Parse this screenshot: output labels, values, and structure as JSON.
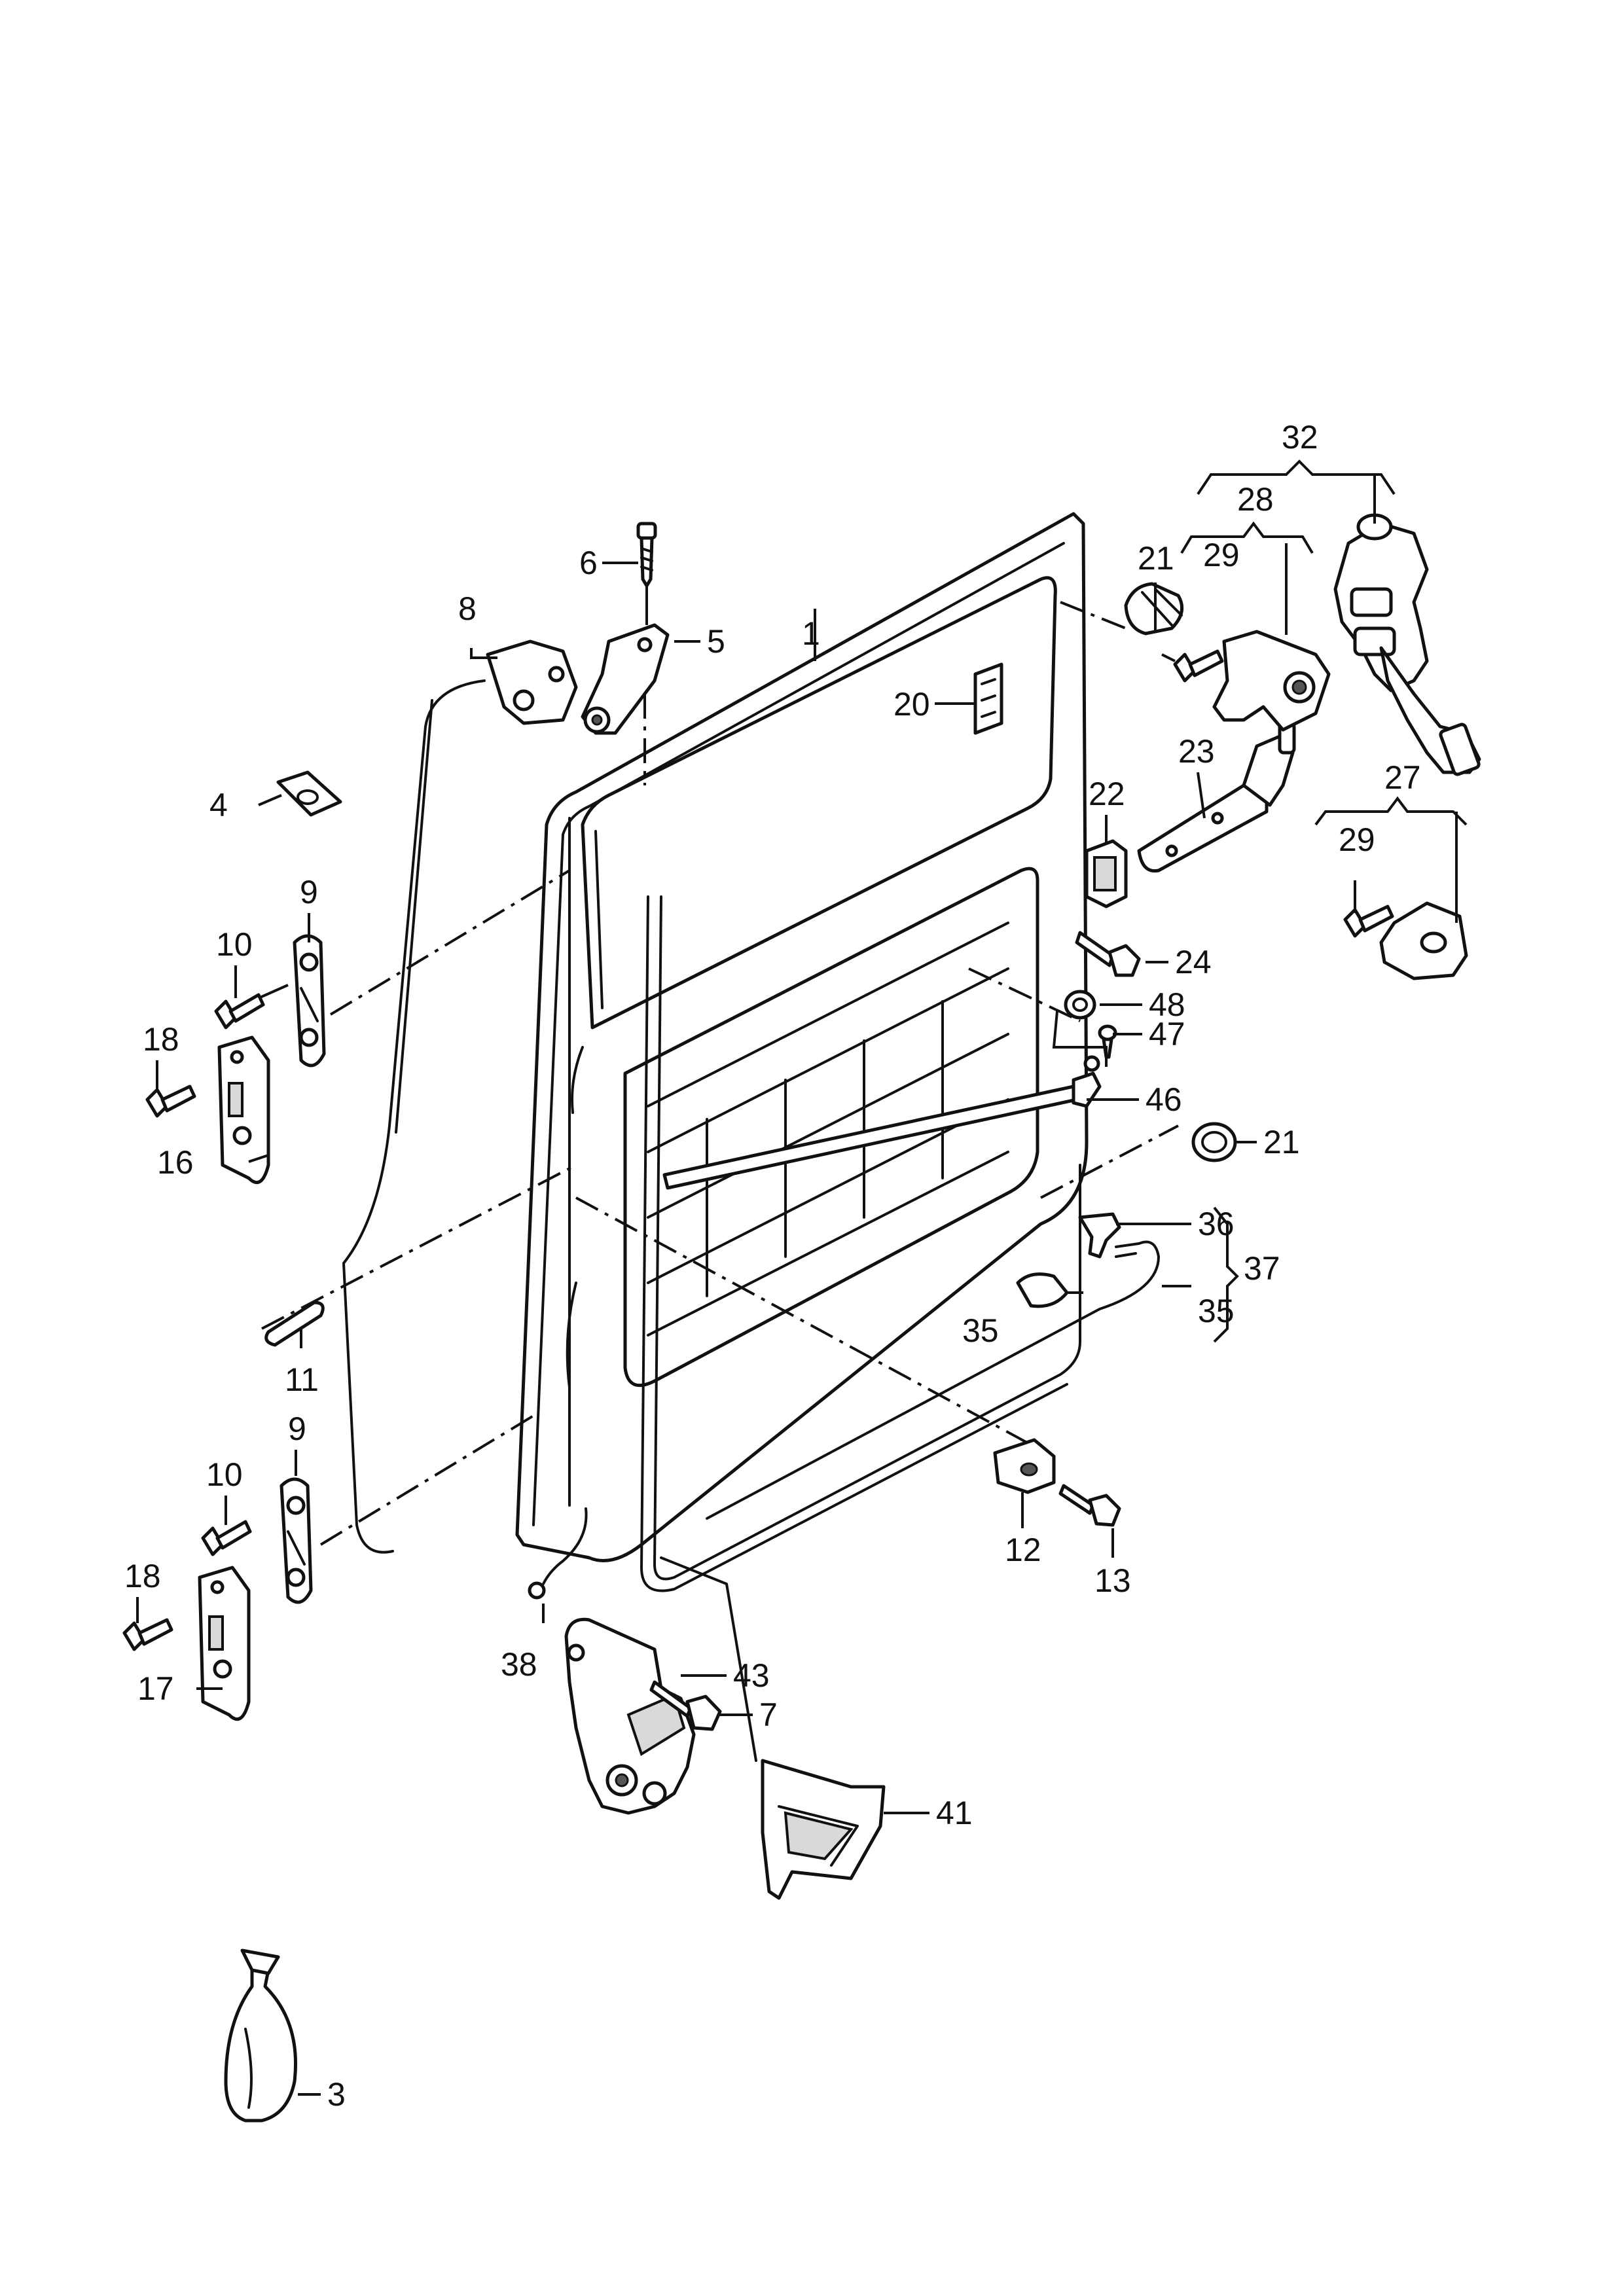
{
  "labels": {
    "p1": "1",
    "p3": "3",
    "p4": "4",
    "p5": "5",
    "p6": "6",
    "p7": "7",
    "p8": "8",
    "p9a": "9",
    "p9b": "9",
    "p10a": "10",
    "p10b": "10",
    "p11": "11",
    "p12": "12",
    "p13": "13",
    "p16": "16",
    "p17": "17",
    "p18a": "18",
    "p18b": "18",
    "p20": "20",
    "p21a": "21",
    "p21b": "21",
    "p22": "22",
    "p23": "23",
    "p24": "24",
    "p27": "27",
    "p28": "28",
    "p29a": "29",
    "p29b": "29",
    "p32": "32",
    "p35a": "35",
    "p35b": "35",
    "p36": "36",
    "p37": "37",
    "p38": "38",
    "p41": "41",
    "p43": "43",
    "p46": "46",
    "p47": "47",
    "p48": "48"
  }
}
